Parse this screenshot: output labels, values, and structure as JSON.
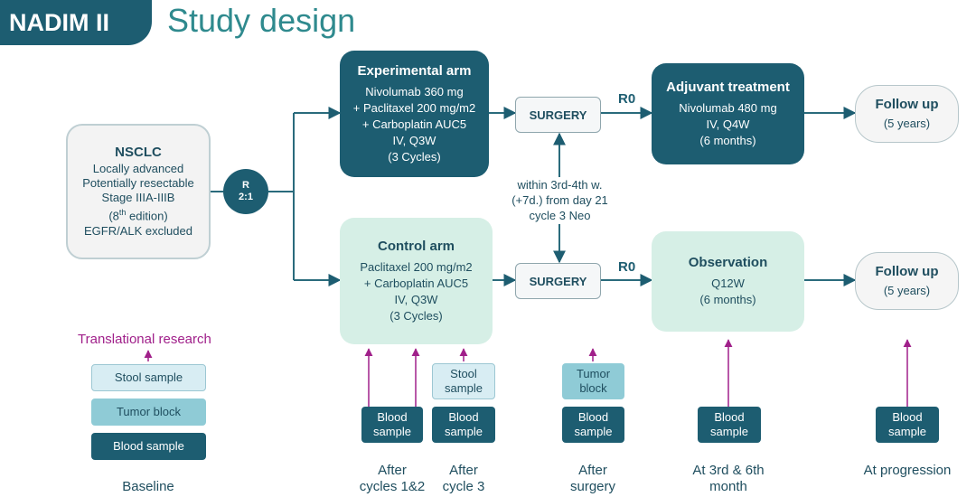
{
  "header": {
    "badge": "NADIM II",
    "title": "Study design"
  },
  "nsclc": {
    "title": "NSCLC",
    "lines": [
      "Locally advanced",
      "Potentially resectable",
      "Stage IIIA-IIIB",
      "(8",
      "th",
      " edition)",
      "EGFR/ALK excluded"
    ]
  },
  "randomization": {
    "line1": "R",
    "line2": "2:1"
  },
  "experimental_arm": {
    "title": "Experimental arm",
    "lines": [
      "Nivolumab 360 mg",
      "+ Paclitaxel 200 mg/m2",
      "+ Carboplatin AUC5",
      "IV, Q3W",
      "(3 Cycles)"
    ]
  },
  "control_arm": {
    "title": "Control arm",
    "lines": [
      "Paclitaxel 200 mg/m2",
      "+ Carboplatin AUC5",
      "IV, Q3W",
      "(3 Cycles)"
    ]
  },
  "surgery": {
    "label": "SURGERY"
  },
  "r0": "R0",
  "surgery_timing": {
    "lines": [
      "within 3rd-4th w.",
      "(+7d.) from day 21",
      "cycle 3 Neo"
    ]
  },
  "adjuvant": {
    "title": "Adjuvant treatment",
    "lines": [
      "Nivolumab 480 mg",
      "IV, Q4W",
      "(6 months)"
    ]
  },
  "observation": {
    "title": "Observation",
    "lines": [
      "Q12W",
      "(6 months)"
    ]
  },
  "follow_up": {
    "title": "Follow up",
    "duration": "(5 years)"
  },
  "translational": {
    "title": "Translational research",
    "samples": [
      "Stool sample",
      "Tumor block",
      "Blood sample"
    ],
    "baseline": "Baseline"
  },
  "timepoints": {
    "blood": [
      "Blood",
      "sample"
    ],
    "stool": [
      "Stool",
      "sample"
    ],
    "tumor": [
      "Tumor",
      "block"
    ],
    "after_cycles_12": [
      "After",
      "cycles 1&2"
    ],
    "after_cycle_3": [
      "After",
      "cycle 3"
    ],
    "after_surgery": [
      "After",
      "surgery"
    ],
    "at_3rd_6th": [
      "At 3rd & 6th",
      "month"
    ],
    "at_progression": "At progression"
  },
  "colors": {
    "dark": "#1d5d71",
    "light": "#d6efe6",
    "accent": "#a0208a",
    "title": "#2f8a8e"
  }
}
